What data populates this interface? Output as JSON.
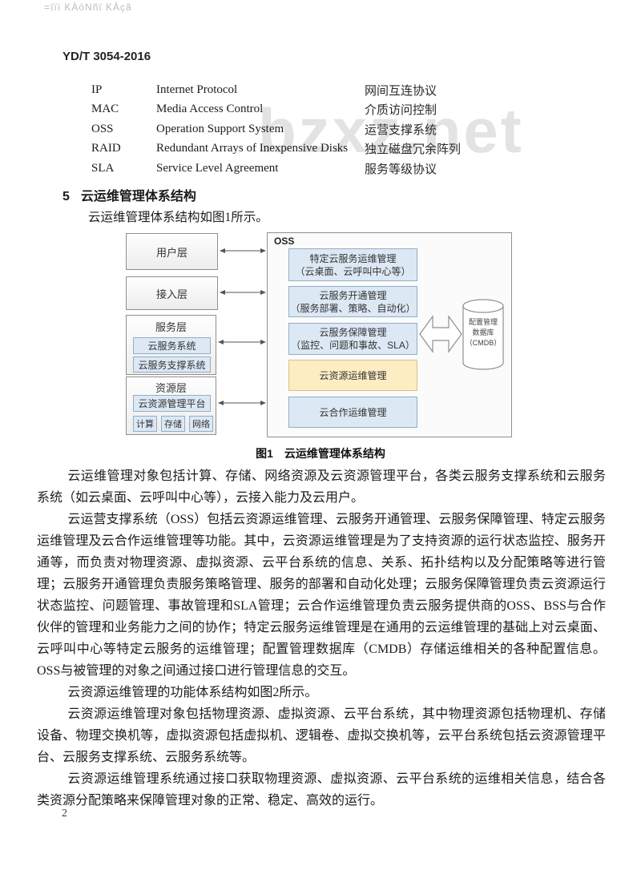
{
  "page": {
    "doc_number": "YD/T 3054-2016",
    "page_number": "2",
    "header_watermark": "=ïïï KÀòNñï KÁçã",
    "site_watermark": "bzxz.net"
  },
  "colors": {
    "module_blue_fill": "#dce8f4",
    "module_blue_border": "#93aec7",
    "module_yellow_fill": "#fcedc2",
    "module_yellow_border": "#d9c28a",
    "layer_border": "#8f8f8f",
    "watermark_gray": "#e3e3e3"
  },
  "abbreviations": {
    "rows": [
      {
        "abbr": "IP",
        "english": "Internet Protocol",
        "chinese": "网间互连协议"
      },
      {
        "abbr": "MAC",
        "english": "Media Access Control",
        "chinese": "介质访问控制"
      },
      {
        "abbr": "OSS",
        "english": "Operation Support System",
        "chinese": "运营支撑系统"
      },
      {
        "abbr": "RAID",
        "english": "Redundant Arrays of Inexpensive Disks",
        "chinese": "独立磁盘冗余阵列"
      },
      {
        "abbr": "SLA",
        "english": "Service Level Agreement",
        "chinese": "服务等级协议"
      }
    ]
  },
  "section": {
    "number": "5",
    "title": "云运维管理体系结构"
  },
  "intro": "云运维管理体系结构如图1所示。",
  "figure": {
    "caption": "图1　云运维管理体系结构",
    "oss_label": "OSS",
    "left_layers": {
      "user": {
        "label": "用户层"
      },
      "access": {
        "label": "接入层"
      },
      "service": {
        "label": "服务层",
        "children": [
          "云服务系统",
          "云服务支撑系统"
        ]
      },
      "resource": {
        "label": "资源层",
        "platform": "云资源管理平台",
        "small": [
          "计算",
          "存储",
          "网络"
        ]
      }
    },
    "oss_modules": [
      {
        "line1": "特定云服务运维管理",
        "line2": "（云桌面、云呼叫中心等）"
      },
      {
        "line1": "云服务开通管理",
        "line2": "（服务部署、策略、自动化）"
      },
      {
        "line1": "云服务保障管理",
        "line2": "（监控、问题和事故、SLA）"
      },
      {
        "line1": "云资源运维管理"
      },
      {
        "line1": "云合作运维管理"
      }
    ],
    "database": {
      "line1": "配置管理",
      "line2": "数据库",
      "line3": "（CMDB）"
    }
  },
  "paragraphs": [
    "云运维管理对象包括计算、存储、网络资源及云资源管理平台，各类云服务支撑系统和云服务系统（如云桌面、云呼叫中心等），云接入能力及云用户。",
    "云运营支撑系统（OSS）包括云资源运维管理、云服务开通管理、云服务保障管理、特定云服务运维管理及云合作运维管理等功能。其中，云资源运维管理是为了支持资源的运行状态监控、服务开通等，而负责对物理资源、虚拟资源、云平台系统的信息、关系、拓扑结构以及分配策略等进行管理；云服务开通管理负责服务策略管理、服务的部署和自动化处理；云服务保障管理负责云资源运行状态监控、问题管理、事故管理和SLA管理；云合作运维管理负责云服务提供商的OSS、BSS与合作伙伴的管理和业务能力之间的协作；特定云服务运维管理是在通用的云运维管理的基础上对云桌面、云呼叫中心等特定云服务的运维管理；配置管理数据库（CMDB）存储运维相关的各种配置信息。OSS与被管理的对象之间通过接口进行管理信息的交互。",
    "云资源运维管理的功能体系结构如图2所示。",
    "云资源运维管理对象包括物理资源、虚拟资源、云平台系统，其中物理资源包括物理机、存储设备、物理交换机等，虚拟资源包括虚拟机、逻辑卷、虚拟交换机等，云平台系统包括云资源管理平台、云服务支撑系统、云服务系统等。",
    "云资源运维管理系统通过接口获取物理资源、虚拟资源、云平台系统的运维相关信息，结合各类资源分配策略来保障管理对象的正常、稳定、高效的运行。"
  ]
}
